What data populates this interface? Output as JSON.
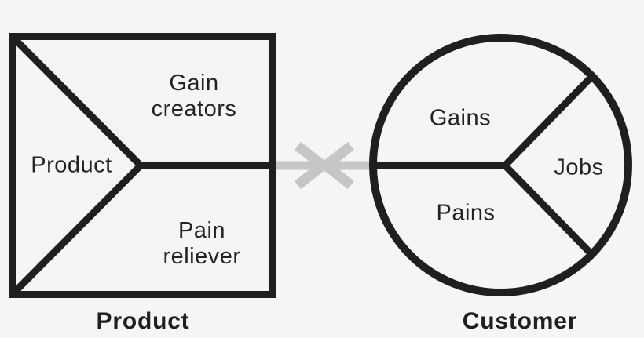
{
  "diagram": {
    "name": "value-proposition-canvas",
    "product_map": {
      "caption": "Product",
      "sections": {
        "product": "Product",
        "gain_creators": "Gain\ncreators",
        "pain_reliever": "Pain\nreliever"
      }
    },
    "customer_profile": {
      "caption": "Customer",
      "sections": {
        "gains": "Gains",
        "jobs": "Jobs",
        "pains": "Pains"
      }
    },
    "icons": {
      "fit_arrow_right": "right-arrow",
      "fit_arrow_left": "left-arrow"
    },
    "colors": {
      "background": "#f5f5f6",
      "ink": "#211e1f",
      "arrow_gray": "#c6c6c6"
    }
  }
}
